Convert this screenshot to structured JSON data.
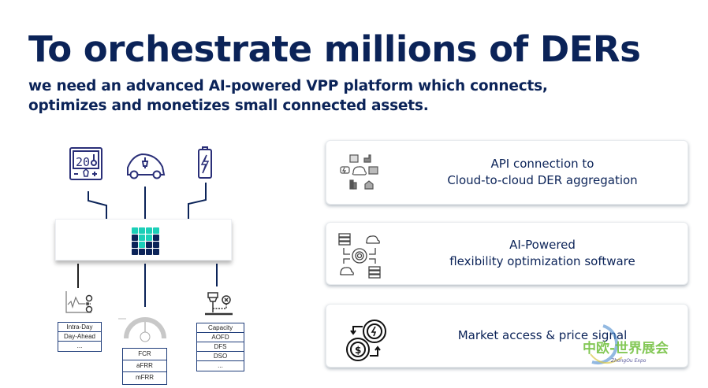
{
  "header": {
    "title": "To orchestrate millions of DERs",
    "subtitle": "we need an advanced AI-powered VPP platform which connects, optimizes and monetizes small connected assets."
  },
  "diagram": {
    "devices": [
      {
        "name": "thermostat",
        "display": "20"
      },
      {
        "name": "electric-car"
      },
      {
        "name": "battery"
      }
    ],
    "hub_logo_grid": [
      [
        "teal",
        "teal",
        "teal",
        "teal"
      ],
      [
        "navy",
        "teal",
        "teal",
        "navy"
      ],
      [
        "navy",
        "teal",
        "navy",
        "navy"
      ],
      [
        "navy",
        "navy",
        "navy",
        "navy"
      ]
    ],
    "markets": {
      "trading": [
        "Intra-Day",
        "Day-Ahead",
        "..."
      ],
      "balancing": [
        "FCR",
        "aFRR",
        "mFRR"
      ],
      "flex": [
        "Capacity",
        "AOFD",
        "DFS",
        "DSO",
        "..."
      ]
    }
  },
  "cards": [
    {
      "line1": "API connection to",
      "line2": "Cloud-to-cloud DER aggregation",
      "icon": "cloud-devices-icon"
    },
    {
      "line1": "AI-Powered",
      "line2": "flexibility optimization software",
      "icon": "gear-servers-icon"
    },
    {
      "line1": "Market access & price signal",
      "line2": "",
      "icon": "coins-exchange-icon"
    }
  ],
  "watermark": {
    "text": "中欧-世界展会",
    "sub": "ZhongOu Expo"
  },
  "colors": {
    "navy": "#0b2358",
    "teal": "#1ccfb8",
    "line": "#1f3d7a"
  }
}
